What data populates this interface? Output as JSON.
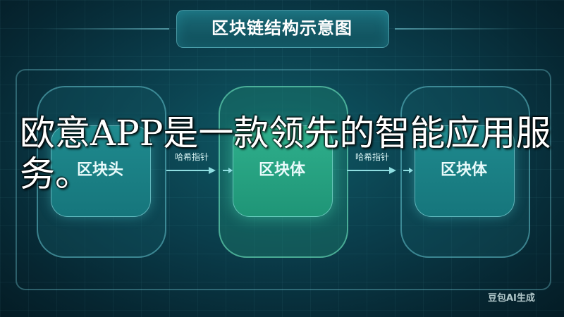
{
  "title": "区块链结构示意图",
  "nodes": [
    {
      "label": "区块头"
    },
    {
      "label": "区块体"
    },
    {
      "label": "区块体"
    }
  ],
  "arrows": [
    {
      "label": "哈希指针"
    },
    {
      "label": "哈希指针"
    }
  ],
  "overlay_text": "欧意APP是一款领先的智能应用服务。",
  "watermark": "豆包AI生成",
  "colors": {
    "background": "#0a3c4a",
    "node": "#1f8a8e",
    "node_highlight": "#2fb08c",
    "arrow": "#8fdde0"
  }
}
